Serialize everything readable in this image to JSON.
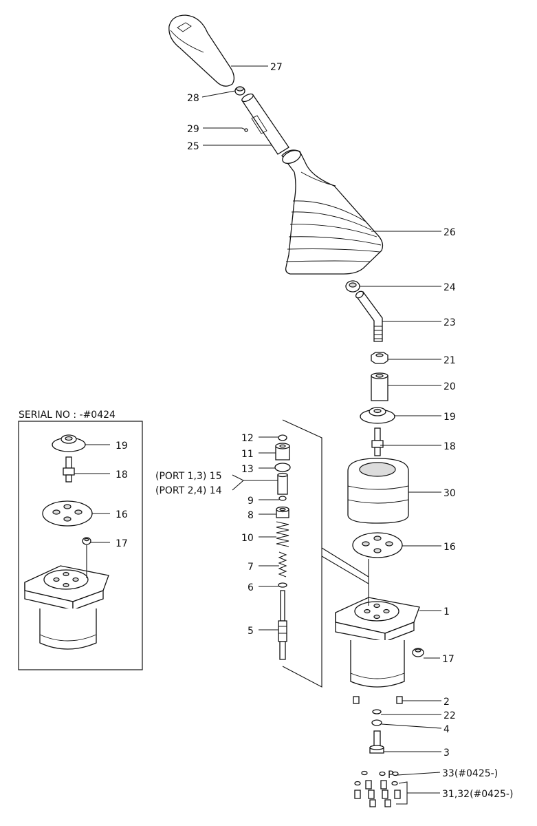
{
  "inset": {
    "title": "SERIAL NO : -#0424",
    "labels": {
      "l19": "19",
      "l18": "18",
      "l16": "16",
      "l17": "17"
    }
  },
  "labels": {
    "l27": "27",
    "l28": "28",
    "l29": "29",
    "l25": "25",
    "l26": "26",
    "l24": "24",
    "l23": "23",
    "l21": "21",
    "l20": "20",
    "l19": "19",
    "l18": "18",
    "l30": "30",
    "l16": "16",
    "l1": "1",
    "l17": "17",
    "l2": "2",
    "l22": "22",
    "l4": "4",
    "l3": "3",
    "l33": "33(#0425-)",
    "l31_32": "31,32(#0425-)",
    "lP": "P",
    "l12": "12",
    "l11": "11",
    "l13": "13",
    "l15": "(PORT 1,3) 15",
    "l14": "(PORT 2,4) 14",
    "l9": "9",
    "l8": "8",
    "l10": "10",
    "l7": "7",
    "l6": "6",
    "l5": "5"
  }
}
